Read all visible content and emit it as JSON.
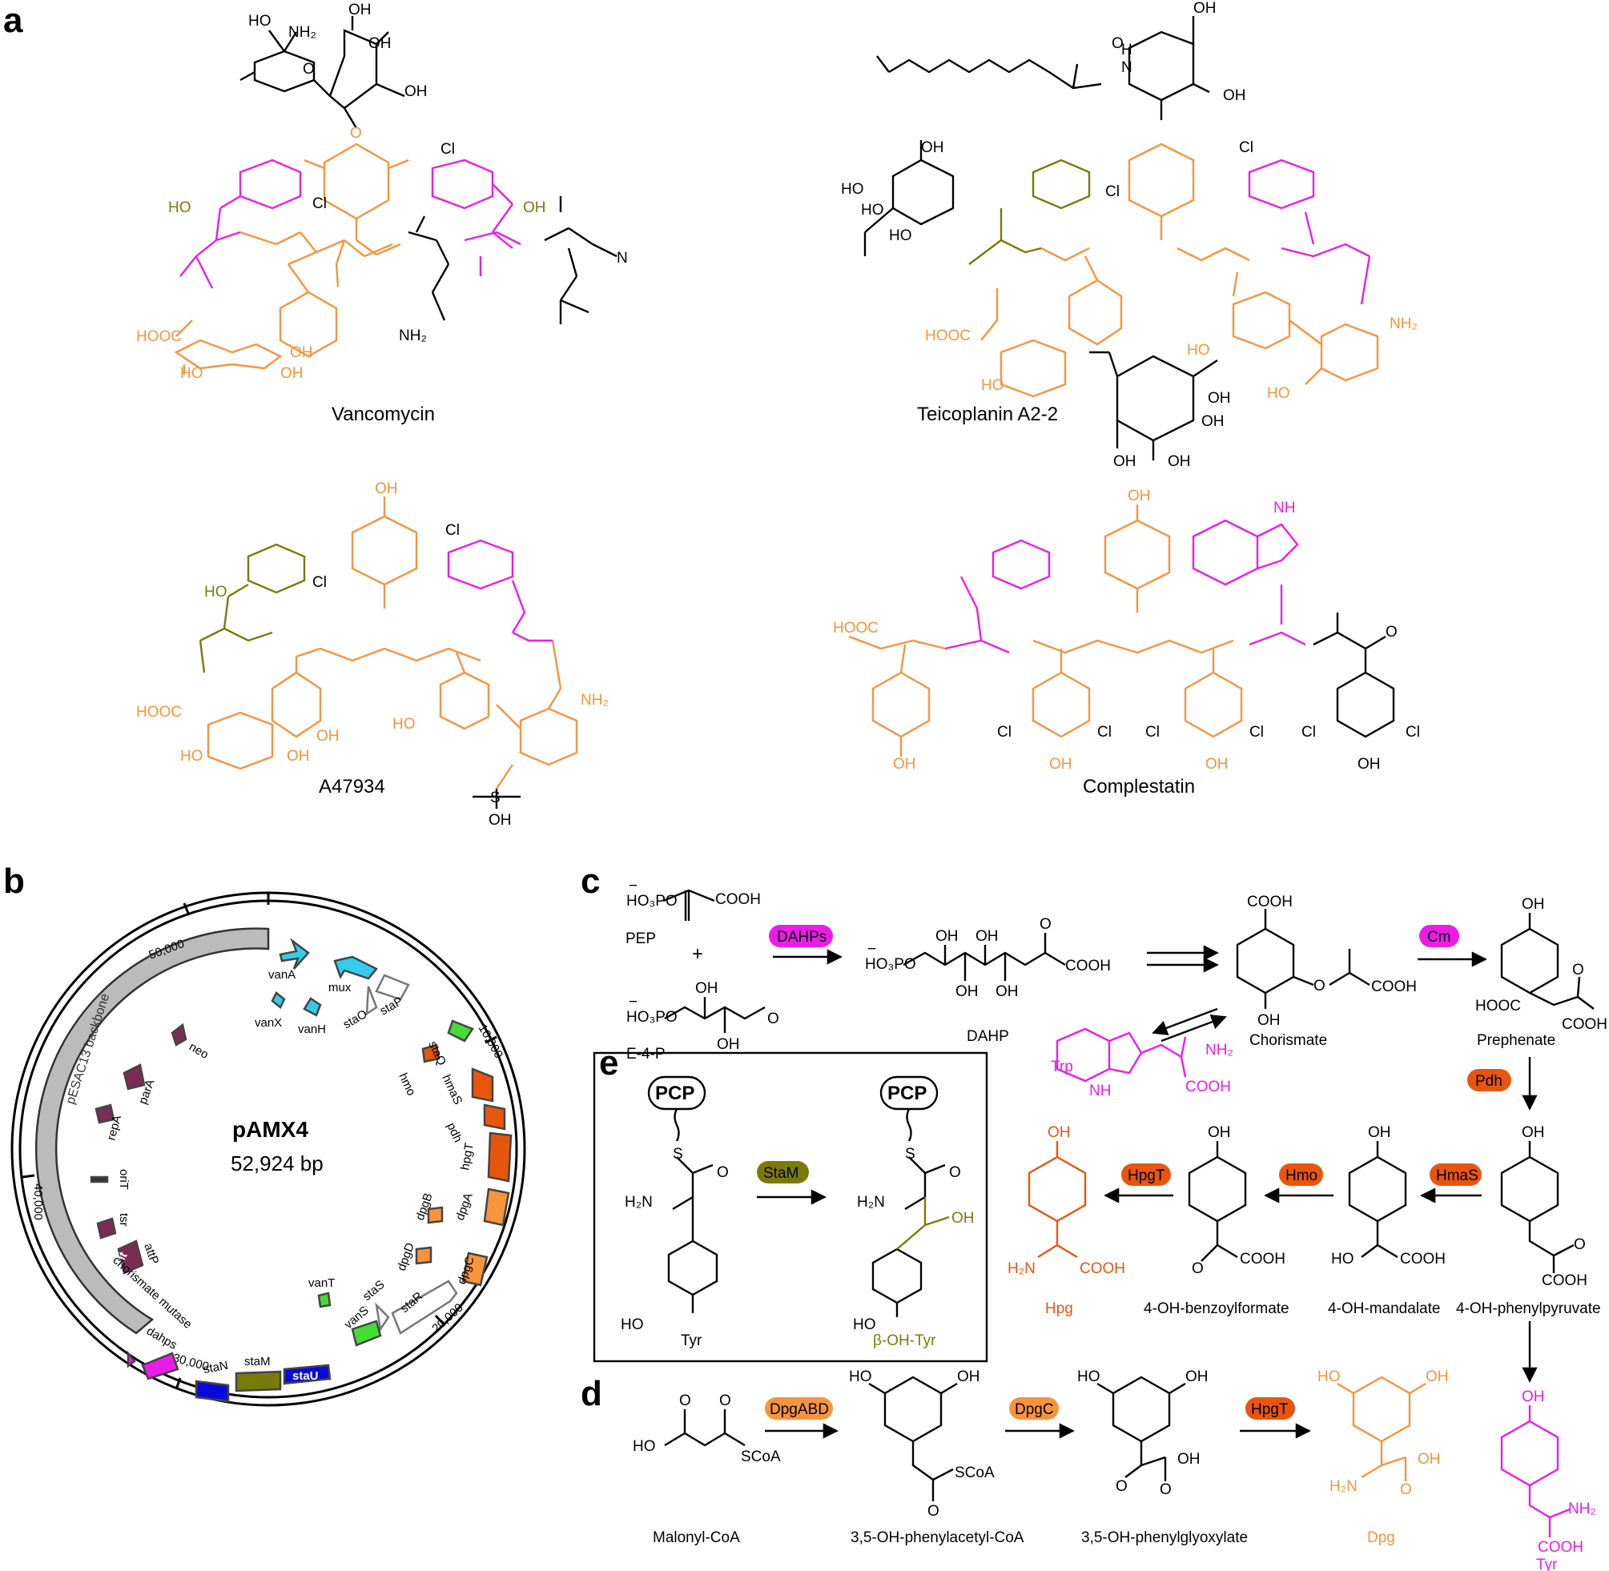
{
  "panels": {
    "a": "a",
    "b": "b",
    "c": "c",
    "d": "d",
    "e": "e"
  },
  "colors": {
    "orange": "#f7943c",
    "magenta": "#ec1ce8",
    "olive": "#7a7a0b",
    "darkorange": "#e8560e",
    "cyan": "#33ccee",
    "purple": "#7b2c55",
    "green": "#44dd33",
    "blue": "#0a0ad8",
    "gray": "#888888"
  },
  "panel_a": {
    "compounds": [
      "Vancomycin",
      "Teicoplanin A2-2",
      "A47934",
      "Complestatin"
    ]
  },
  "panel_b": {
    "plasmid_name": "pAMX4",
    "plasmid_size": "52,924 bp",
    "backbone_label": "pESAC13 backbone",
    "ticks": [
      "50,000",
      "10,000",
      "40,000",
      "20,000",
      "30,000"
    ],
    "genes": [
      {
        "label": "vanA",
        "color": "cyan"
      },
      {
        "label": "mux",
        "color": "cyan"
      },
      {
        "label": "staO",
        "color": "gray"
      },
      {
        "label": "staP",
        "color": "gray"
      },
      {
        "label": "vanX",
        "color": "cyan"
      },
      {
        "label": "vanH",
        "color": "cyan"
      },
      {
        "label": "neo",
        "color": "purple"
      },
      {
        "label": "parA",
        "color": "purple"
      },
      {
        "label": "repA",
        "color": "purple"
      },
      {
        "label": "oriT",
        "color": "black"
      },
      {
        "label": "tsr",
        "color": "purple"
      },
      {
        "label": "int",
        "color": "purple"
      },
      {
        "label": "attP",
        "color": "black"
      },
      {
        "label": "chorismate mutase",
        "color": "magenta"
      },
      {
        "label": "dahps",
        "color": "magenta"
      },
      {
        "label": "staN",
        "color": "blue"
      },
      {
        "label": "staM",
        "color": "olive"
      },
      {
        "label": "staU",
        "color": "blue"
      },
      {
        "label": "vanS",
        "color": "green"
      },
      {
        "label": "staS",
        "color": "gray"
      },
      {
        "label": "staR",
        "color": "gray"
      },
      {
        "label": "vanT",
        "color": "green"
      },
      {
        "label": "dpgD",
        "color": "orange"
      },
      {
        "label": "dpgB",
        "color": "orange"
      },
      {
        "label": "dpgA",
        "color": "orange"
      },
      {
        "label": "dpgC",
        "color": "orange"
      },
      {
        "label": "hpgT",
        "color": "darkorange"
      },
      {
        "label": "pdh",
        "color": "darkorange"
      },
      {
        "label": "hmaS",
        "color": "darkorange"
      },
      {
        "label": "hmo",
        "color": "darkorange"
      },
      {
        "label": "staQ",
        "color": "green"
      }
    ]
  },
  "panel_c": {
    "compounds": {
      "pep": "PEP",
      "e4p": "E-4-P",
      "dahp": "DAHP",
      "chorismate": "Chorismate",
      "prephenate": "Prephenate",
      "trp": "Trp",
      "hppyr": "4-OH-phenylpyruvate",
      "mandelate": "4-OH-mandalate",
      "benzoylformate": "4-OH-benzoylformate",
      "hpg": "Hpg",
      "tyr": "Tyr"
    },
    "enzymes": {
      "dahps": "DAHPs",
      "cm": "Cm",
      "pdh": "Pdh",
      "hmas": "HmaS",
      "hmo": "Hmo",
      "hpgt": "HpgT"
    },
    "plus": "+"
  },
  "panel_d": {
    "compounds": {
      "malonyl": "Malonyl-CoA",
      "phenylacetyl": "3,5-OH-phenylacetyl-CoA",
      "glyoxylate": "3,5-OH-phenylglyoxylate",
      "dpg": "Dpg"
    },
    "enzymes": {
      "dpgabd": "DpgABD",
      "dpgc": "DpgC",
      "hpgt": "HpgT"
    }
  },
  "panel_e": {
    "pcp": "PCP",
    "enzyme": "StaM",
    "substrate": "Tyr",
    "product": "β-OH-Tyr"
  },
  "fragments": {
    "OH": "OH",
    "HO": "HO",
    "Cl": "Cl",
    "NH2": "NH₂",
    "H2N": "H₂N",
    "COOH": "COOH",
    "HOOC": "HOOC",
    "O": "O",
    "H": "H",
    "N": "N",
    "S": "S",
    "NH": "NH",
    "SCoA": "SCoA",
    "HO3PO": "HO₃PO",
    "minus": "−"
  }
}
